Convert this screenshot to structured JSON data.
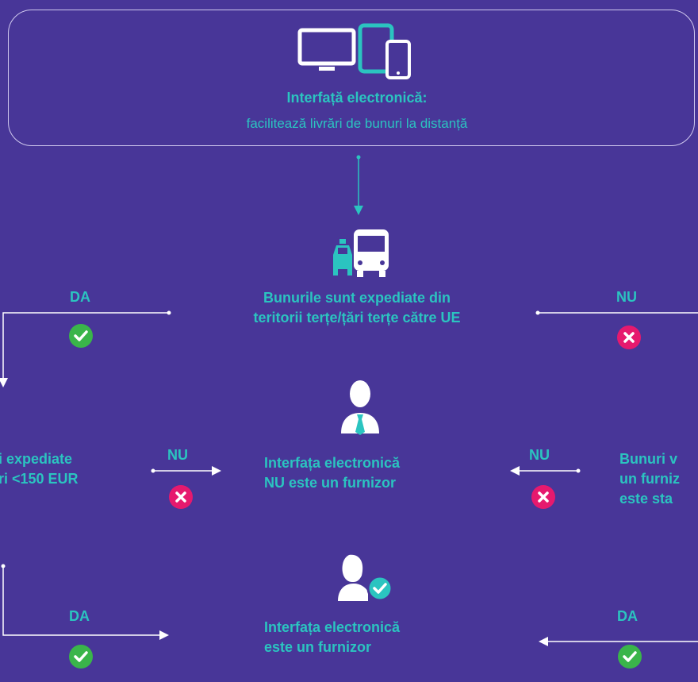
{
  "top": {
    "title": "Interfață electronică:",
    "subtitle": "facilitează livrări de bunuri la distanță"
  },
  "middle": {
    "line1": "Bunurile sunt expediate din",
    "line2": "teritorii terțe/țări terțe către UE"
  },
  "left_mid": {
    "line1": "i expediate",
    "line2": "ri <150 EUR"
  },
  "center_mid": {
    "line1": "Interfața electronică",
    "line2": "NU este un furnizor"
  },
  "right_mid": {
    "line1": "Bunuri v",
    "line2": "un furniz",
    "line3": "este sta"
  },
  "bottom": {
    "line1": "Interfața electronică",
    "line2": "este un furnizor"
  },
  "answers": {
    "da_top_left": "DA",
    "nu_top_right": "NU",
    "nu_mid_left": "NU",
    "nu_mid_right": "NU",
    "da_bottom_left": "DA",
    "da_bottom_right": "DA"
  },
  "colors": {
    "background": "#483698",
    "accent": "#2bc4c0",
    "yes": "#3ab54a",
    "no": "#e6196e"
  },
  "icons": {
    "top": "devices-icon",
    "vehicles": "taxi-bus-icon",
    "person": "businessman-icon",
    "verified_person": "verified-person-icon",
    "yes": "check-circle-icon",
    "no": "x-circle-icon"
  }
}
